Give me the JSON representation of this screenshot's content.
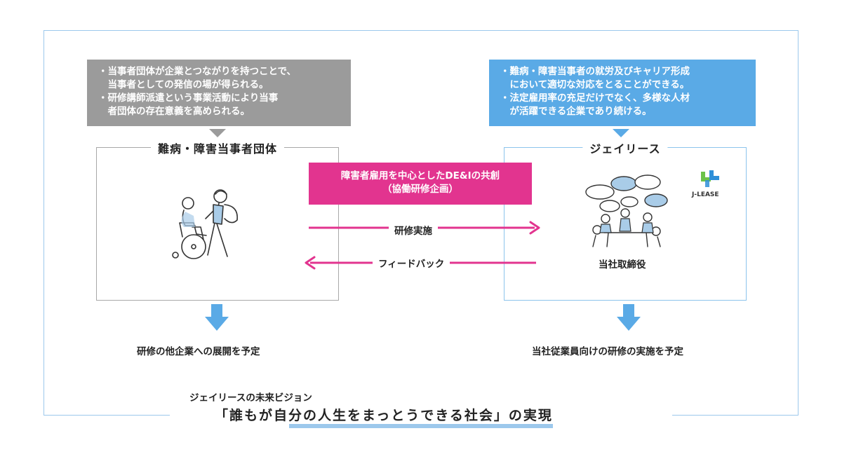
{
  "callouts": {
    "left": [
      "・当事者団体が企業とつながりを持つことで、",
      "　当事者としての発信の場が得られる。",
      "・研修講師派遣という事業活動により当事",
      "　者団体の存在意義を高められる。"
    ],
    "right": [
      "・難病・障害当事者の就労及びキャリア形成",
      "　において適切な対応をとることができる。",
      "・法定雇用率の充足だけでなく、多様な人材",
      "　が活躍できる企業であり続ける。"
    ]
  },
  "left_box": {
    "title": "難病・障害当事者団体"
  },
  "right_box": {
    "title": "ジェイリース",
    "sub_label": "当社取締役",
    "logo_text": "J-LEASE"
  },
  "center": {
    "line1": "障害者雇用を中心としたDE&Iの共創",
    "line2": "（協働研修企画）"
  },
  "arrows": {
    "right_label": "研修実施",
    "left_label": "フィードバック"
  },
  "captions": {
    "left": "研修の他企業への展開を予定",
    "right": "当社従業員向けの研修の実施を予定"
  },
  "vision": {
    "sub": "ジェイリースの未来ビジョン",
    "main": "「誰もが自分の人生をまっとうできる社会」の実現"
  },
  "colors": {
    "gray": "#9b9b9b",
    "blue": "#5aaae6",
    "pink": "#e2348f",
    "frame": "#9cc8ec"
  },
  "icons": [
    "wheelchair-helper-icon",
    "meeting-people-icon",
    "j-lease-logo-icon",
    "down-arrow-icon"
  ]
}
